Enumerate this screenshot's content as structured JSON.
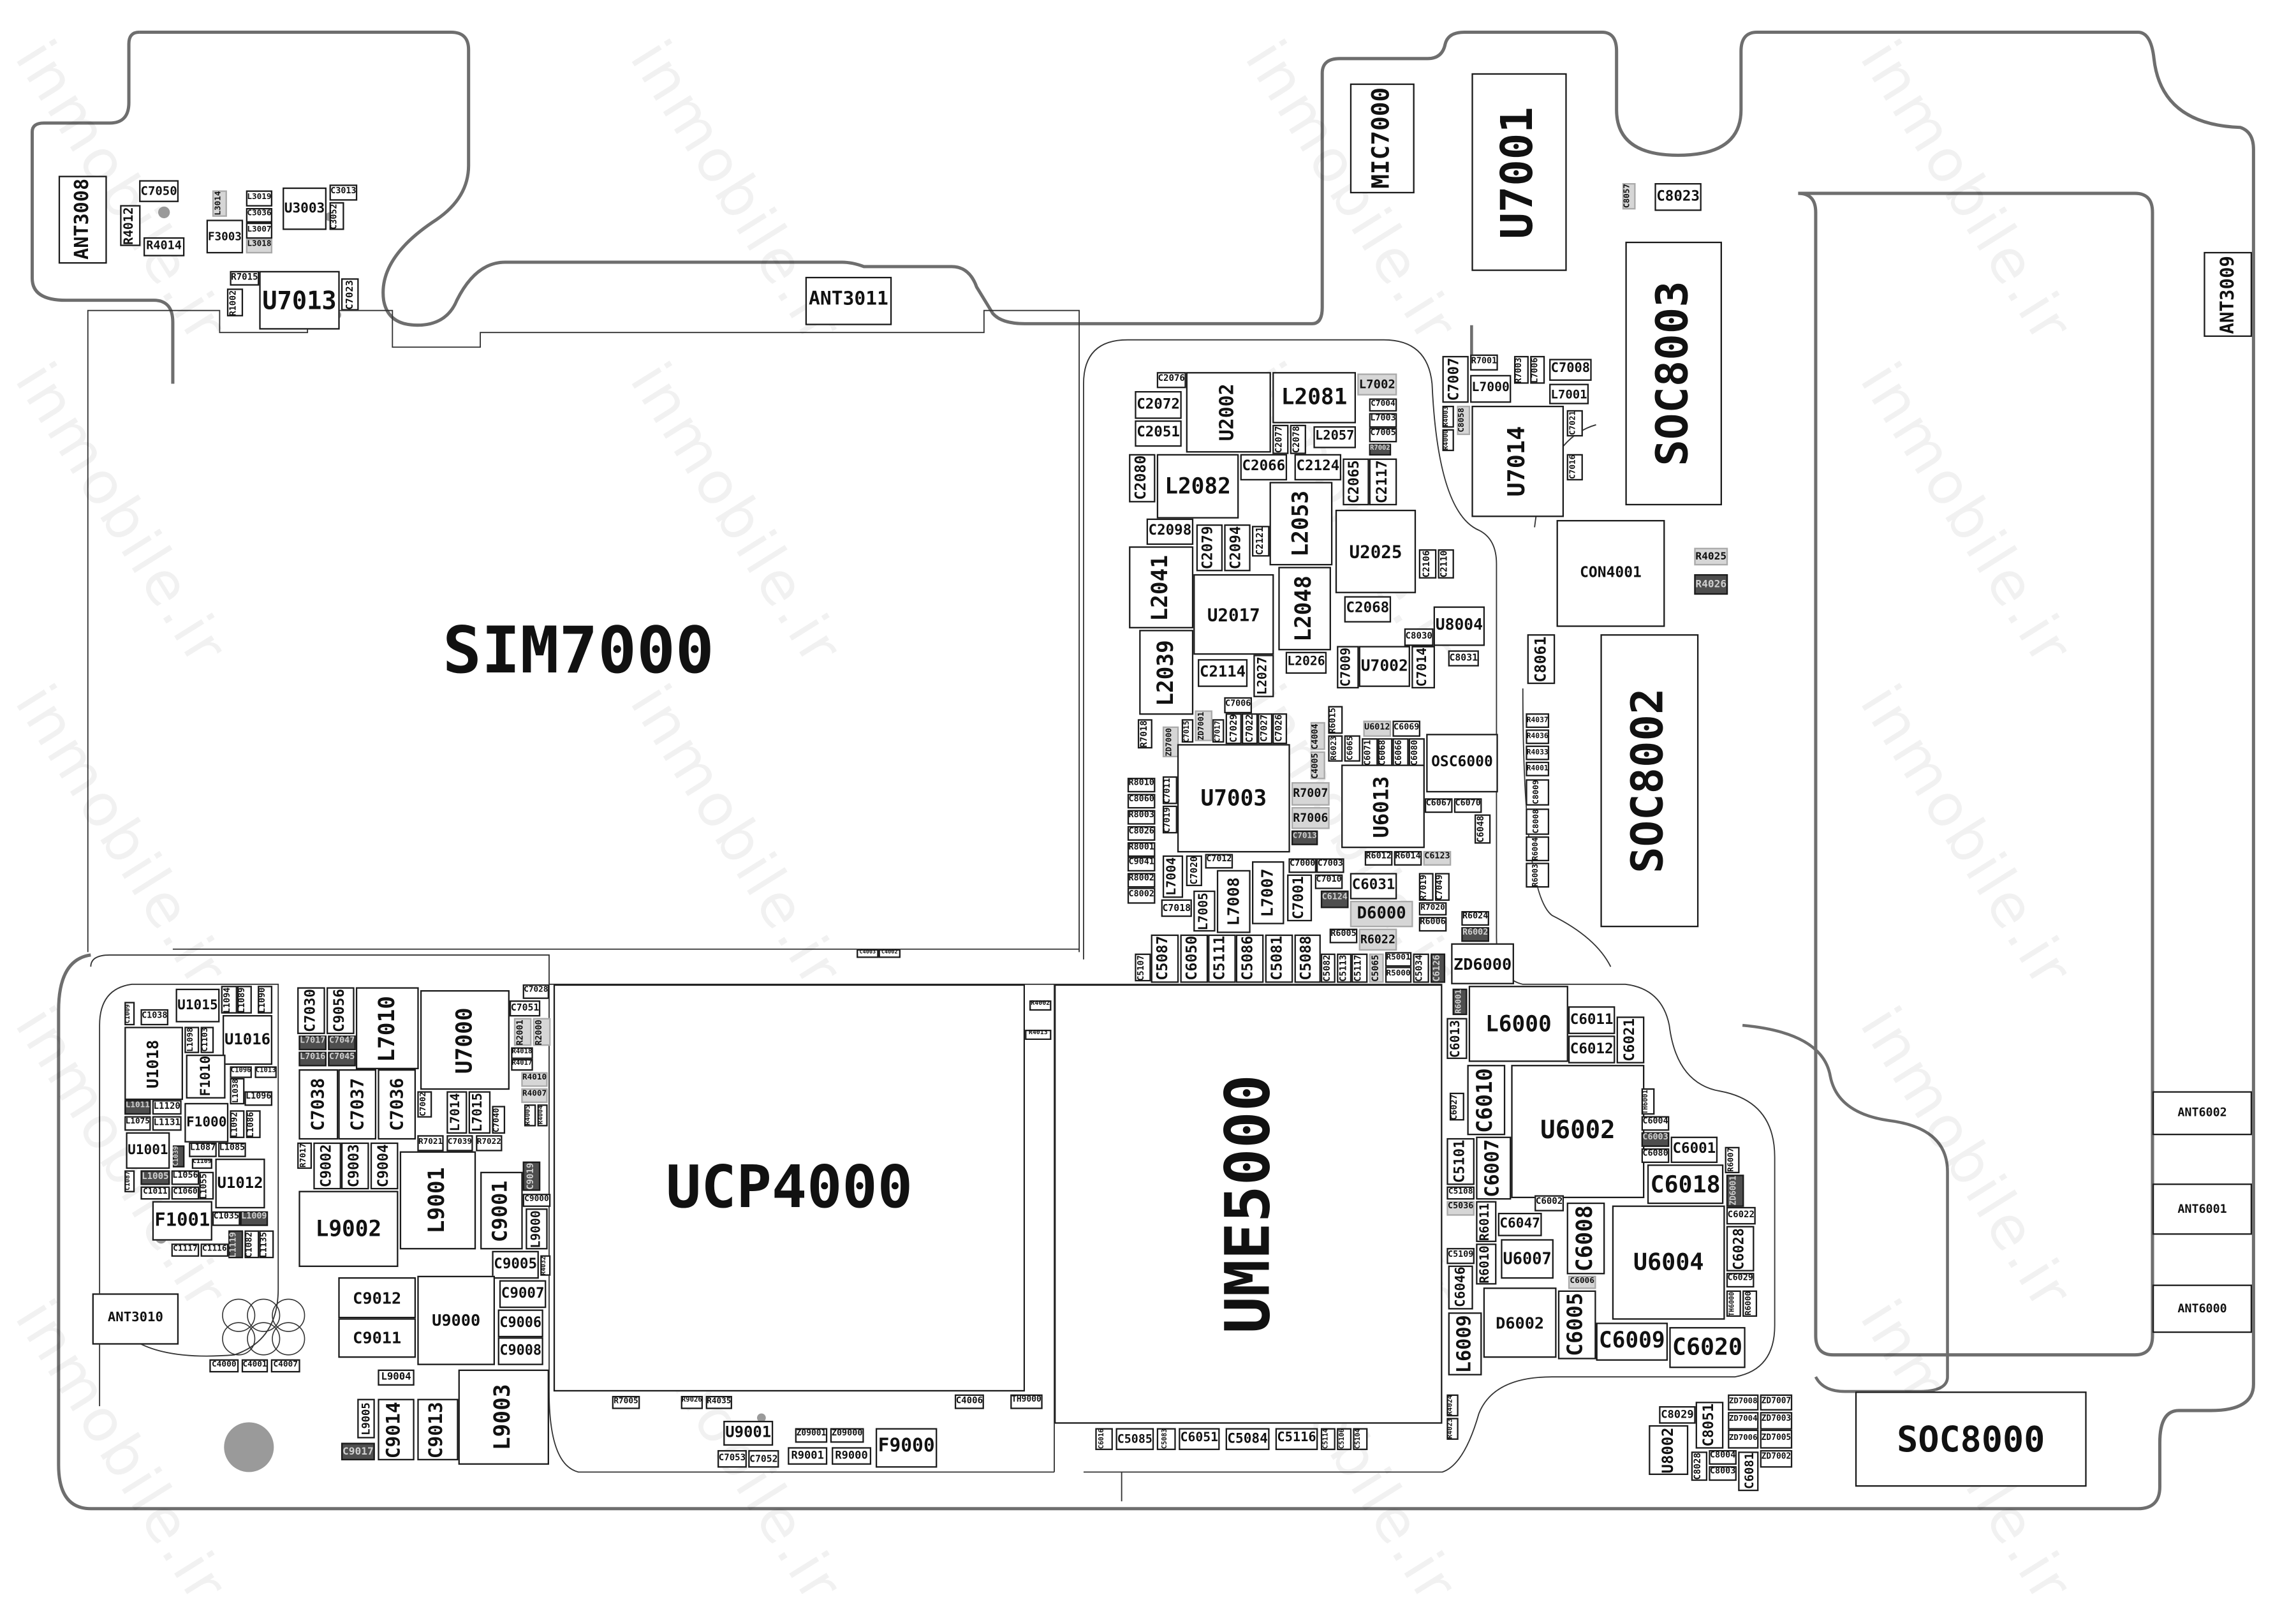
{
  "watermark": "inmobile.ir",
  "colors": {
    "outline": "#6e6e6e",
    "line": "#333333",
    "pin_marker": "#9a9a9a",
    "grey_part": "#d6d6d6",
    "dark_part": "#4e4e4e"
  },
  "components": [
    "SIM7000",
    "UCP4000",
    "UME5000",
    "ANT3008",
    "C7050",
    "R4012",
    "R4014",
    "F3003",
    "U3003",
    "C3013",
    "L3014",
    "L3019",
    "C3036",
    "L3007",
    "L3018",
    "C3052",
    "U7013",
    "R7015",
    "R1002",
    "C7023",
    "ANT3011",
    "MIC7000",
    "U7001",
    "C8057",
    "C8023",
    "SOC8003",
    "ANT3009",
    "CON4001",
    "R4025",
    "R4026",
    "C8061",
    "SOC8002",
    "U7014",
    "C7007",
    "R7001",
    "L7000",
    "R7003",
    "L7006",
    "C7008",
    "L7001",
    "R4003",
    "R4000",
    "C8058",
    "C7021",
    "C7016",
    "C2076",
    "U2002",
    "L2081",
    "L7002",
    "C2072",
    "C2051",
    "C7004",
    "L7003",
    "C7005",
    "R7002",
    "C2077",
    "C2078",
    "L2057",
    "C2080",
    "L2082",
    "C2066",
    "C2124",
    "C2065",
    "C2117",
    "L2053",
    "C2098",
    "C2079",
    "C2094",
    "C2121",
    "U2025",
    "C2106",
    "C2110",
    "L2041",
    "U2017",
    "L2048",
    "C2068",
    "U8004",
    "C8030",
    "C8031",
    "L2039",
    "C2114",
    "L2027",
    "L2026",
    "C7009",
    "U7002",
    "C7014",
    "C7006",
    "R7018",
    "ZD7000",
    "C7015",
    "ZD7001",
    "C7017",
    "C7029",
    "C7022",
    "C7027",
    "C7026",
    "U7003",
    "C4004",
    "C4005",
    "R6015",
    "R6023",
    "C6065",
    "U6012",
    "C6069",
    "C6071",
    "C6068",
    "C6066",
    "C6080",
    "OSC6000",
    "U6013",
    "R7007",
    "R7006",
    "C7013",
    "R8010",
    "C8060",
    "R8003",
    "C8026",
    "R8001",
    "C9041",
    "R8002",
    "C8002",
    "C7011",
    "C7019",
    "L7004",
    "C7020",
    "C7012",
    "C7018",
    "L7005",
    "L7008",
    "L7007",
    "C7000",
    "C7003",
    "C7001",
    "C7010",
    "C6124",
    "C6031",
    "D6000",
    "R6012",
    "R6014",
    "C6123",
    "C6067",
    "C6070",
    "C6048",
    "R7019",
    "C7049",
    "R7020",
    "R6006",
    "R6024",
    "R6002",
    "R6005",
    "R6022",
    "ZD6000",
    "C5087",
    "C6050",
    "C5111",
    "C5086",
    "C5081",
    "C5088",
    "C5107",
    "C5082",
    "C5113",
    "C5117",
    "C5065",
    "R5001",
    "R5000",
    "C5034",
    "C6126",
    "R4037",
    "R4036",
    "R4033",
    "R4001",
    "C8009",
    "C8008",
    "R6004",
    "R6003",
    "R6001",
    "L6000",
    "C6013",
    "C6011",
    "C6012",
    "C6021",
    "C6010",
    "C6027",
    "U6002",
    "TH6001",
    "C6004",
    "C6003",
    "C6080",
    "C6001",
    "R6007",
    "ZD6001",
    "C6018",
    "C5101",
    "C6007",
    "C5108",
    "C5036",
    "R6011",
    "C6002",
    "C6047",
    "C5109",
    "R6010",
    "U6007",
    "C6008",
    "C6006",
    "C6046",
    "D6002",
    "C6005",
    "L6009",
    "U6004",
    "C6022",
    "C6028",
    "C6029",
    "TH6000",
    "R6000",
    "C6009",
    "C6020",
    "R4024",
    "R4023",
    "C8029",
    "U8002",
    "C8051",
    "ZD7008",
    "ZD7007",
    "ZD7004",
    "ZD7003",
    "ZD7006",
    "ZD7005",
    "ZD7002",
    "C8028",
    "C8004",
    "C8003",
    "C6081",
    "SOC8000",
    "ANT6002",
    "ANT6001",
    "ANT6000",
    "C1009",
    "C1038",
    "U1015",
    "L1094",
    "L1089",
    "L1090",
    "U1018",
    "L1098",
    "C1103",
    "U1016",
    "F1010",
    "C1096",
    "C1013",
    "L1038",
    "L1096",
    "L1011",
    "L1120",
    "L1075",
    "L1131",
    "F1000",
    "L1092",
    "L1086",
    "U1001",
    "C1039",
    "L1087",
    "L1085",
    "C1109",
    "C1087",
    "L1005",
    "C1011",
    "L1056",
    "C1060",
    "L1055",
    "U1012",
    "F1001",
    "C1035",
    "L1009",
    "C1117",
    "C1116",
    "L1119",
    "C1082",
    "L1135",
    "C7030",
    "C9056",
    "L7017",
    "C7047",
    "L7016",
    "C7045",
    "L7010",
    "U7000",
    "C7028",
    "C7051",
    "R2001",
    "R2000",
    "R4018",
    "R4017",
    "R4010",
    "R4007",
    "R4005",
    "R4004",
    "C7038",
    "C7037",
    "C7036",
    "C7002",
    "L7014",
    "L7015",
    "C7040",
    "R7021",
    "C7039",
    "R7022",
    "R7017",
    "C9002",
    "C9003",
    "C9004",
    "L9002",
    "L9001",
    "C9001",
    "C9019",
    "C9000",
    "L9000",
    "C9005",
    "R4032",
    "C9012",
    "C9011",
    "U9000",
    "C9007",
    "C9006",
    "C9008",
    "ANT3010",
    "C4000",
    "C4001",
    "C4007",
    "L9004",
    "C9014",
    "C9013",
    "L9003",
    "L9005",
    "C9017",
    "U9001",
    "C7053",
    "C7052",
    "R9001",
    "R9000",
    "F9000",
    "Z09001",
    "Z09000",
    "C4006",
    "TH9000",
    "R7005",
    "R9026",
    "R4035",
    "C6016",
    "C5085",
    "C5083",
    "C6051",
    "C5084",
    "C5116",
    "C5114",
    "C5106",
    "C5104",
    "R4002",
    "R4013",
    "C4003",
    "C4002"
  ]
}
